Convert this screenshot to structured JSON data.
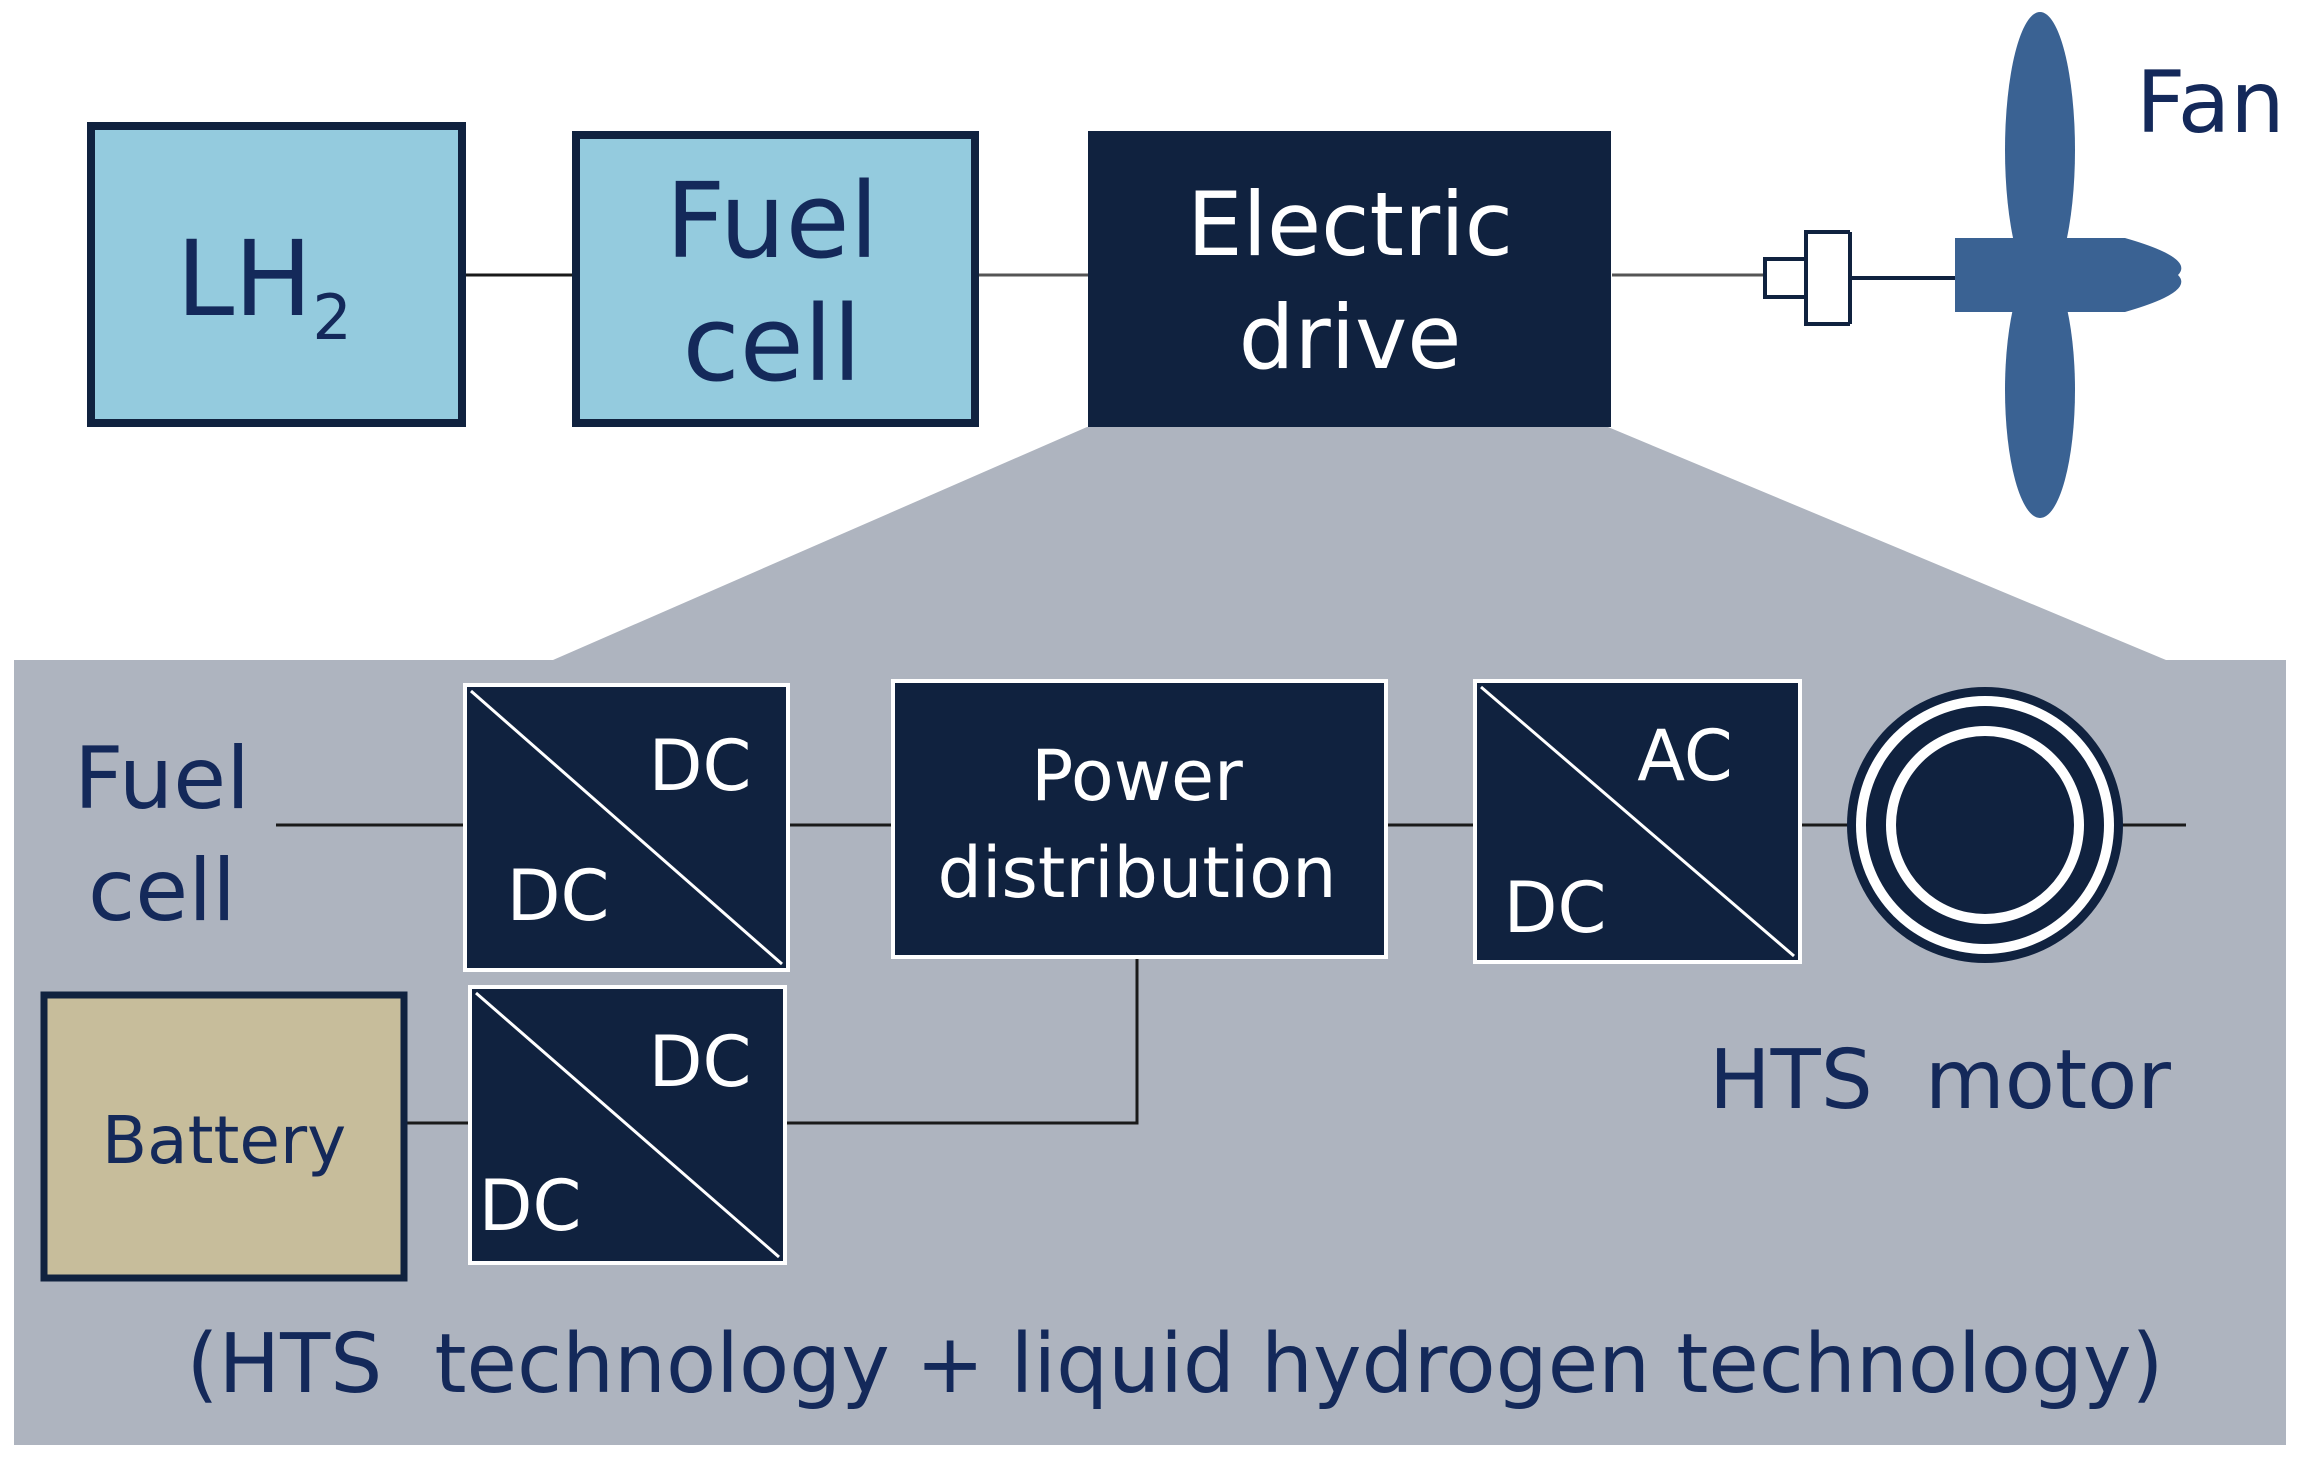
{
  "top_chain": {
    "lh2": {
      "main": "LH",
      "subscript": "2"
    },
    "fuel_cell": {
      "line1": "Fuel",
      "line2": "cell"
    },
    "electric_drive": {
      "line1": "Electric",
      "line2": "drive"
    },
    "fan_label": "Fan"
  },
  "detail": {
    "fuel_cell_label": {
      "line1": "Fuel",
      "line2": "cell"
    },
    "dcdc_fuel": {
      "top": "DC",
      "bottom": "DC"
    },
    "power_distribution": {
      "line1": "Power",
      "line2": "distribution"
    },
    "dcac": {
      "top": "AC",
      "bottom": "DC"
    },
    "battery_label": "Battery",
    "dcdc_battery": {
      "top": "DC",
      "bottom": "DC"
    },
    "motor_label": "HTS  motor",
    "technology_caption": "(HTS  technology + liquid hydrogen technology)"
  },
  "colors": {
    "light_blue": "#94cbde",
    "navy": "#10223f",
    "panel_gray": "#aeb4bf",
    "fan_blue": "#3a6293",
    "battery_tan": "#c7bd9b",
    "text_navy": "#14295a"
  }
}
